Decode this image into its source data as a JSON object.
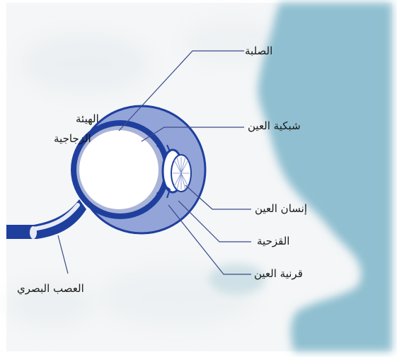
{
  "diagram": {
    "labels": {
      "sclera": "الصلبة",
      "vitreous_line1": "الهيئة",
      "vitreous_line2": "الزجاجية",
      "retina": "شبكية العين",
      "pupil": "إنسان العين",
      "iris": "القزحية",
      "cornea": "قرنية العين",
      "optic_nerve": "العصب البصري"
    },
    "colors": {
      "eye_outline": "#1f3f9e",
      "orbit_fill": "#93a4d8",
      "face_blue": "#8fbfd0",
      "leader_line": "#3a4a8a"
    }
  }
}
